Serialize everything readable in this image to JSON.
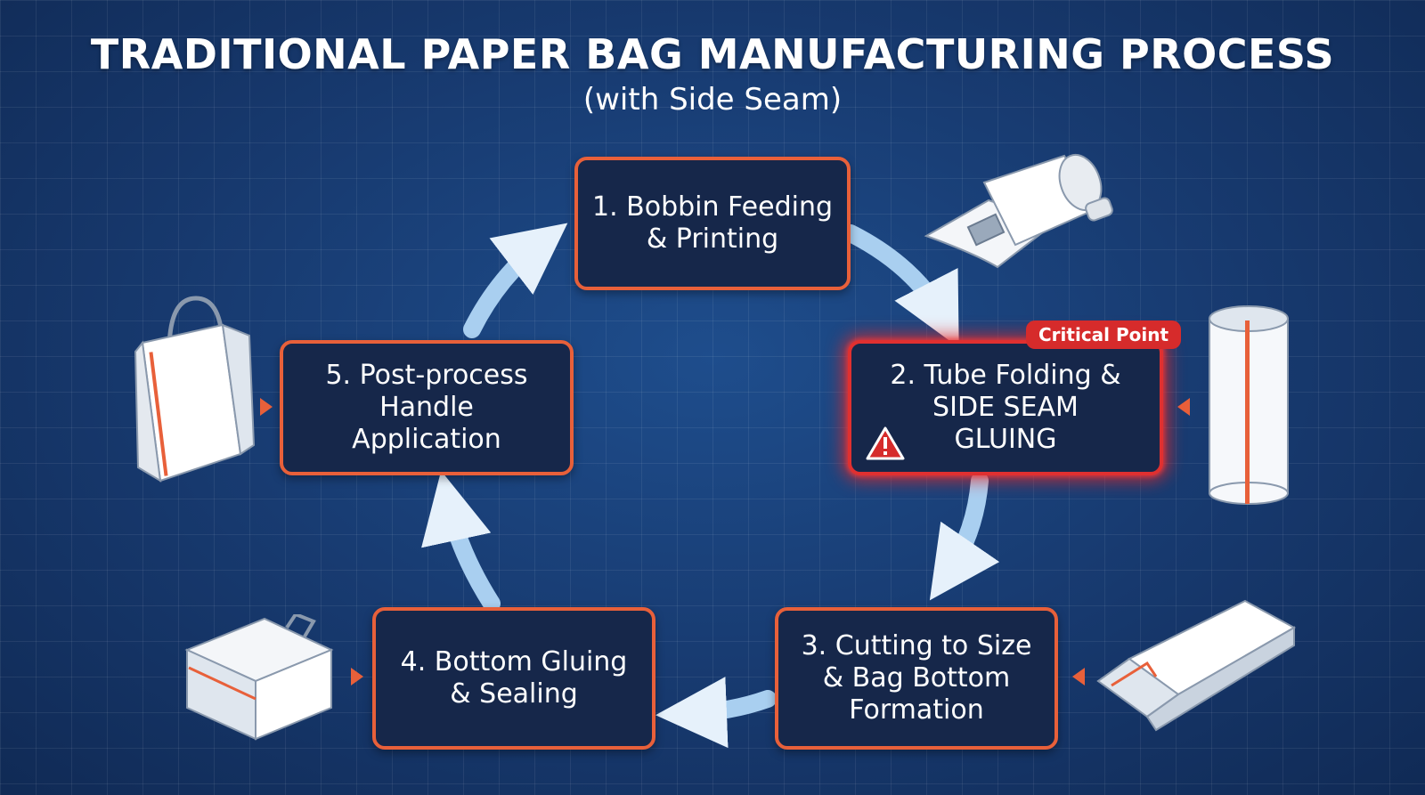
{
  "header": {
    "title": "TRADITIONAL PAPER BAG MANUFACTURING PROCESS",
    "subtitle": "(with Side Seam)"
  },
  "steps": [
    {
      "label": "1. Bobbin Feeding\n& Printing",
      "icon": "paper-roll-printing-icon"
    },
    {
      "label": "2. Tube Folding &\nSIDE SEAM\nGLUING",
      "icon": "paper-tube-icon",
      "badge": "Critical Point",
      "critical": true
    },
    {
      "label": "3. Cutting to Size\n& Bag Bottom\nFormation",
      "icon": "flat-bag-bottom-icon"
    },
    {
      "label": "4. Bottom Gluing\n& Sealing",
      "icon": "sealed-bag-icon"
    },
    {
      "label": "5. Post-process\nHandle\nApplication",
      "icon": "handle-bag-icon"
    }
  ],
  "colors": {
    "accent": "#e8603a",
    "critical": "#d62b2b",
    "box_fill": "#16274a",
    "arrow": "#a9cff0",
    "background": "#17396e"
  }
}
